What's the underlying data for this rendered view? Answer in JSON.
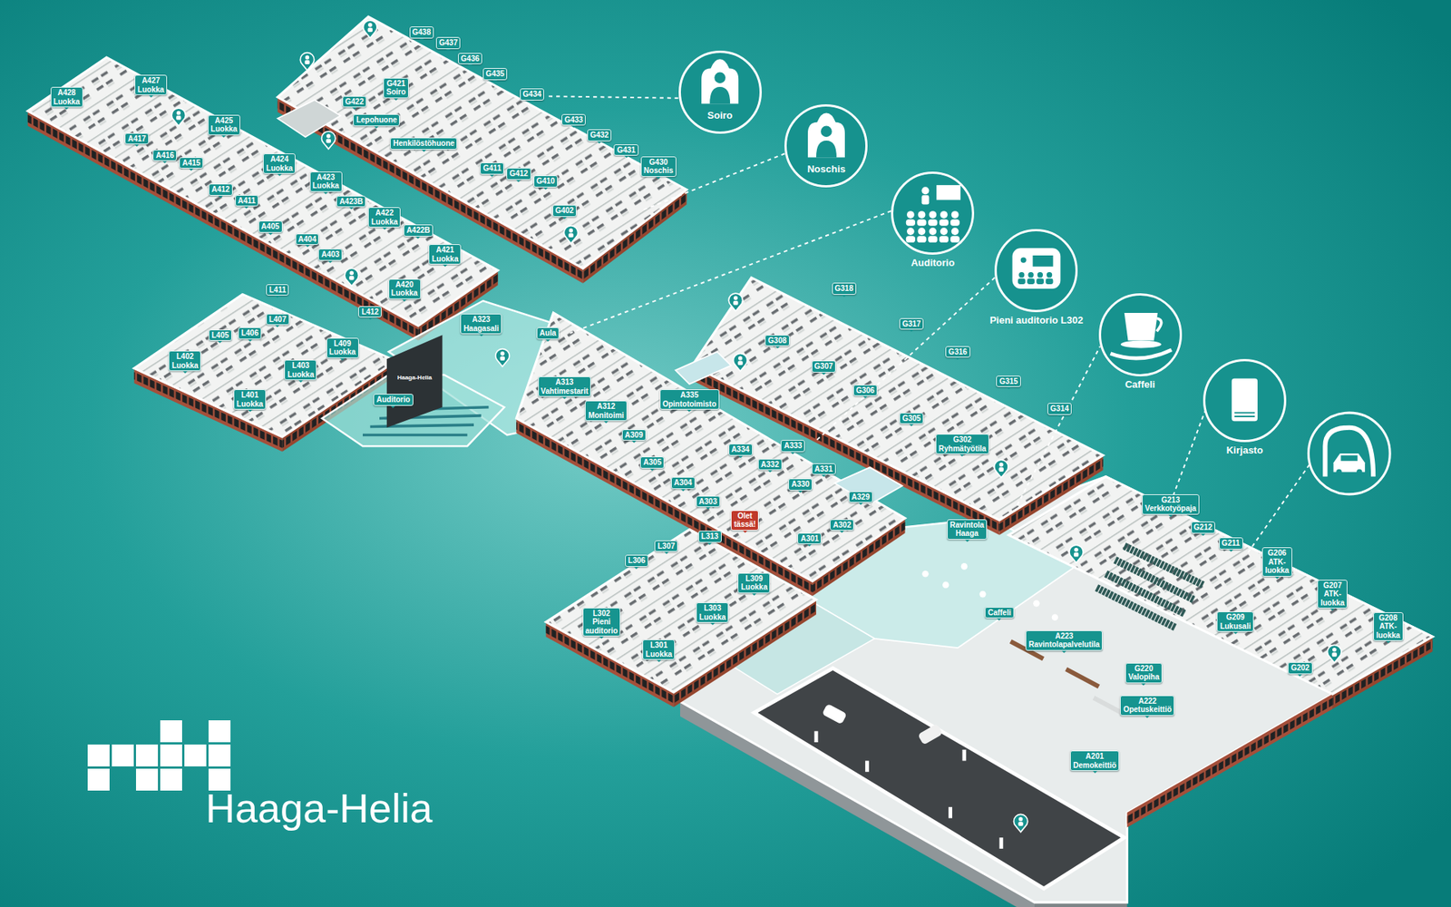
{
  "diagram": {
    "title": "Haaga-Helia",
    "nodes": [
      {
        "text": [
          "A428 Luokka"
        ]
      },
      {
        "text": [
          "A427 Luokka"
        ]
      },
      {
        "text": [
          "A417"
        ]
      },
      {
        "text": [
          "A416"
        ]
      },
      {
        "text": [
          "A415"
        ]
      },
      {
        "text": [
          "A425 Luokka"
        ]
      },
      {
        "text": [
          "A412"
        ]
      },
      {
        "text": [
          "A411"
        ]
      },
      {
        "text": [
          "A424 Luokka"
        ]
      },
      {
        "text": [
          "A423 Luokka"
        ]
      },
      {
        "text": [
          "A423B"
        ]
      },
      {
        "text": [
          "A405"
        ]
      },
      {
        "text": [
          "A404"
        ]
      },
      {
        "text": [
          "A403"
        ]
      },
      {
        "text": [
          "A422 Luokka"
        ]
      },
      {
        "text": [
          "A422B"
        ]
      },
      {
        "text": [
          "A421 Luokka"
        ]
      },
      {
        "text": [
          "A420 Luokka"
        ]
      },
      {
        "text": [
          "L411"
        ]
      },
      {
        "text": [
          "L412"
        ]
      },
      {
        "text": [
          "L407"
        ]
      },
      {
        "text": [
          "L406"
        ]
      },
      {
        "text": [
          "L405"
        ]
      },
      {
        "text": [
          "L402 Luokka"
        ]
      },
      {
        "text": [
          "L409 Luokka"
        ]
      },
      {
        "text": [
          "L403 Luokka"
        ]
      },
      {
        "text": [
          "L401 Luokka"
        ]
      },
      {
        "text": [
          "G438"
        ]
      },
      {
        "text": [
          "G437"
        ]
      },
      {
        "text": [
          "G436"
        ]
      },
      {
        "text": [
          "G435"
        ]
      },
      {
        "text": [
          "G434"
        ]
      },
      {
        "text": [
          "G421 Soiro"
        ]
      },
      {
        "text": [
          "G422"
        ]
      },
      {
        "text": [
          "Lepohuone"
        ]
      },
      {
        "text": [
          "Henkilöstöhuone"
        ]
      },
      {
        "text": [
          "G433"
        ]
      },
      {
        "text": [
          "G432"
        ]
      },
      {
        "text": [
          "G431"
        ]
      },
      {
        "text": [
          "G430 Noschis"
        ]
      },
      {
        "text": [
          "G411"
        ]
      },
      {
        "text": [
          "G412"
        ]
      },
      {
        "text": [
          "G410"
        ]
      },
      {
        "text": [
          "G402"
        ]
      },
      {
        "text": [
          "A323 Haagasali"
        ]
      },
      {
        "text": [
          "Aula"
        ]
      },
      {
        "text": [
          "Auditorio"
        ]
      },
      {
        "text": [
          "A313 Vahtimestarit"
        ]
      },
      {
        "text": [
          "A312 Monitoimi"
        ]
      },
      {
        "text": [
          "A335 Opintotoimisto"
        ]
      },
      {
        "text": [
          "A309"
        ]
      },
      {
        "text": [
          "A305"
        ]
      },
      {
        "text": [
          "A304"
        ]
      },
      {
        "text": [
          "A303"
        ]
      },
      {
        "text": [
          "A334"
        ]
      },
      {
        "text": [
          "A333"
        ]
      },
      {
        "text": [
          "A332"
        ]
      },
      {
        "text": [
          "A331"
        ]
      },
      {
        "text": [
          "A330"
        ]
      },
      {
        "text": [
          "A329"
        ]
      },
      {
        "text": [
          "A302"
        ]
      },
      {
        "text": [
          "A301"
        ]
      },
      {
        "text": [
          "Olet tässä!"
        ]
      },
      {
        "text": [
          "G318"
        ]
      },
      {
        "text": [
          "G308"
        ]
      },
      {
        "text": [
          "G317"
        ]
      },
      {
        "text": [
          "G307"
        ]
      },
      {
        "text": [
          "G316"
        ]
      },
      {
        "text": [
          "G306"
        ]
      },
      {
        "text": [
          "G315"
        ]
      },
      {
        "text": [
          "G305"
        ]
      },
      {
        "text": [
          "G314"
        ]
      },
      {
        "text": [
          "G302 Ryhmätyötila"
        ]
      },
      {
        "text": [
          "L306"
        ]
      },
      {
        "text": [
          "L307"
        ]
      },
      {
        "text": [
          "L313"
        ]
      },
      {
        "text": [
          "L309 Luokka"
        ]
      },
      {
        "text": [
          "L303 Luokka"
        ]
      },
      {
        "text": [
          "L302 Pieni auditorio"
        ]
      },
      {
        "text": [
          "L301 Luokka"
        ]
      },
      {
        "text": [
          "Ravintola Haaga"
        ]
      },
      {
        "text": [
          "G213 Verkkotyöpaja"
        ]
      },
      {
        "text": [
          "G212"
        ]
      },
      {
        "text": [
          "G211"
        ]
      },
      {
        "text": [
          "G206 ATK-luokka"
        ]
      },
      {
        "text": [
          "G207 ATK-luokka"
        ]
      },
      {
        "text": [
          "G208 ATK-luokka"
        ]
      },
      {
        "text": [
          "Caffeli"
        ]
      },
      {
        "text": [
          "A223 Ravintolapalvelutila"
        ]
      },
      {
        "text": [
          "G209 Lukusali"
        ]
      },
      {
        "text": [
          "G220 Valopiha"
        ]
      },
      {
        "text": [
          "G202"
        ]
      },
      {
        "text": [
          "A222 Opetuskeittiö"
        ]
      },
      {
        "text": [
          "A201 Demokeittiö"
        ]
      },
      {
        "text": [
          "Soiro"
        ]
      },
      {
        "text": [
          "Noschis"
        ]
      },
      {
        "text": [
          "Auditorio"
        ]
      },
      {
        "text": [
          "Pieni auditorio L302"
        ]
      },
      {
        "text": [
          "Caffeli"
        ]
      },
      {
        "text": [
          "Kirjasto"
        ]
      }
    ],
    "labels": [
      "Haaga-Helia"
    ]
  }
}
